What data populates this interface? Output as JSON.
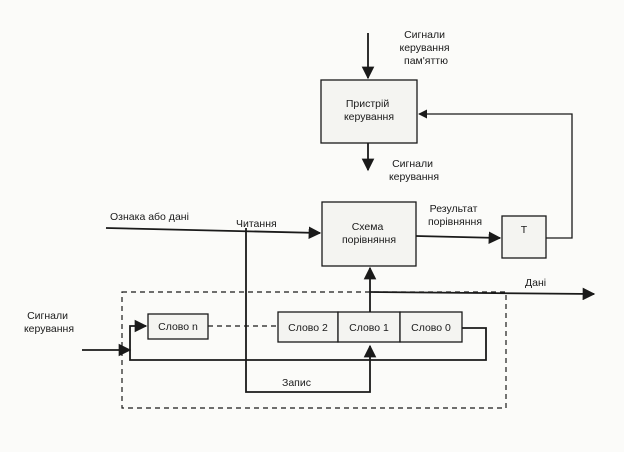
{
  "labels": {
    "memory_control_signals": [
      "Сигнали",
      "керування",
      "пам'яттю"
    ],
    "control_unit": [
      "Пристрій",
      "керування"
    ],
    "control_signals_top": [
      "Сигнали",
      "керування"
    ],
    "feature_or_data": "Ознака або дані",
    "read": "Читання",
    "comparison_circuit": [
      "Схема",
      "порівняння"
    ],
    "comparison_result": [
      "Результат",
      "порівняння"
    ],
    "t_block": "T",
    "data": "Дані",
    "control_signals_left": [
      "Сигнали",
      "керування"
    ],
    "word_n": "Слово n",
    "word_2": "Слово 2",
    "word_1": "Слово 1",
    "word_0": "Слово 0",
    "write": "Запис"
  }
}
